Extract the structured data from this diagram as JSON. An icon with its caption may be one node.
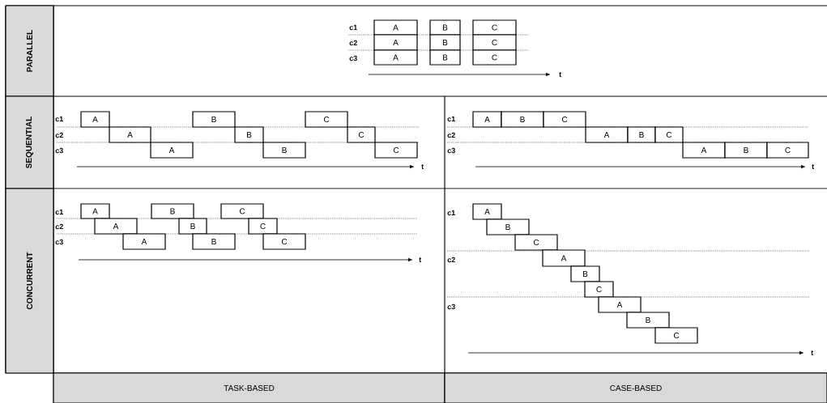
{
  "diagram": {
    "nodes": [
      {
        "text": [
          "PARALLEL"
        ]
      },
      {
        "text": [
          "A"
        ]
      },
      {
        "text": [
          "B"
        ]
      },
      {
        "text": [
          "C"
        ]
      },
      {
        "text": [
          "A"
        ]
      },
      {
        "text": [
          "B"
        ]
      },
      {
        "text": [
          "C"
        ]
      },
      {
        "text": [
          "A"
        ]
      },
      {
        "text": [
          "B"
        ]
      },
      {
        "text": [
          "C"
        ]
      },
      {
        "text": [
          "SEQUENTIAL"
        ]
      },
      {
        "text": [
          "A"
        ]
      },
      {
        "text": [
          "B"
        ]
      },
      {
        "text": [
          "C"
        ]
      },
      {
        "text": [
          "A"
        ]
      },
      {
        "text": [
          "B"
        ]
      },
      {
        "text": [
          "C"
        ]
      },
      {
        "text": [
          "A"
        ]
      },
      {
        "text": [
          "B"
        ]
      },
      {
        "text": [
          "C"
        ]
      },
      {
        "text": [
          "A"
        ]
      },
      {
        "text": [
          "B"
        ]
      },
      {
        "text": [
          "C"
        ]
      },
      {
        "text": [
          "A"
        ]
      },
      {
        "text": [
          "B"
        ]
      },
      {
        "text": [
          "C"
        ]
      },
      {
        "text": [
          "A"
        ]
      },
      {
        "text": [
          "B"
        ]
      },
      {
        "text": [
          "C"
        ]
      },
      {
        "text": [
          "CONCURRENT"
        ]
      },
      {
        "text": [
          "A"
        ]
      },
      {
        "text": [
          "B"
        ]
      },
      {
        "text": [
          "C"
        ]
      },
      {
        "text": [
          "A"
        ]
      },
      {
        "text": [
          "B"
        ]
      },
      {
        "text": [
          "C"
        ]
      },
      {
        "text": [
          "A"
        ]
      },
      {
        "text": [
          "B"
        ]
      },
      {
        "text": [
          "C"
        ]
      },
      {
        "text": [
          "A"
        ]
      },
      {
        "text": [
          "B"
        ]
      },
      {
        "text": [
          "C"
        ]
      },
      {
        "text": [
          "A"
        ]
      },
      {
        "text": [
          "B"
        ]
      },
      {
        "text": [
          "C"
        ]
      },
      {
        "text": [
          "A"
        ]
      },
      {
        "text": [
          "B"
        ]
      },
      {
        "text": [
          "C"
        ]
      },
      {
        "text": [
          "TASK-BASED"
        ]
      },
      {
        "text": [
          "CASE-BASED"
        ]
      }
    ],
    "labels": [
      "c1",
      "c2",
      "c3",
      "t",
      "c1",
      "c2",
      "c3",
      "t",
      "c1",
      "c2",
      "c3",
      "t",
      "c1",
      "c2",
      "c3",
      "t",
      "c1",
      "c2",
      "c3",
      "t"
    ]
  }
}
